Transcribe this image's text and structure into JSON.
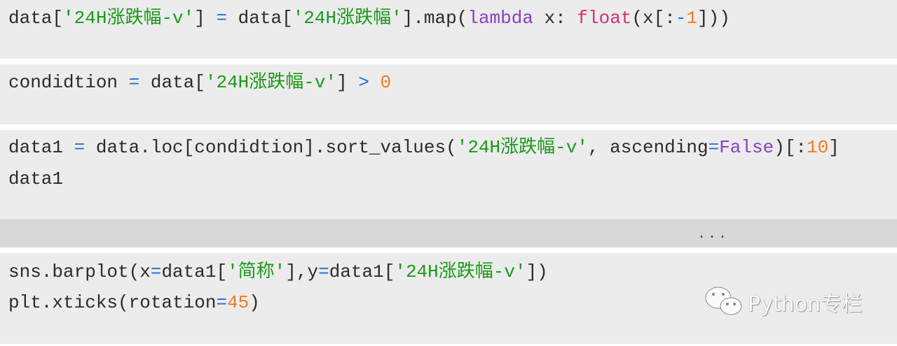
{
  "cells": [
    {
      "lines": [
        [
          [
            "",
            "data['"
          ],
          [
            "s",
            "'24H涨跌幅-v'"
          ],
          [
            "",
            "] "
          ],
          [
            "o",
            "="
          ],
          [
            "",
            " data["
          ],
          [
            "s",
            "'24H涨跌幅'"
          ],
          [
            "",
            "].map("
          ],
          [
            "k",
            "lambda"
          ],
          [
            "",
            " x: "
          ],
          [
            "b",
            "float"
          ],
          [
            "",
            "(x[:"
          ],
          [
            "o",
            "-"
          ],
          [
            "n",
            "1"
          ],
          [
            "",
            "]))"
          ]
        ]
      ]
    },
    {
      "lines": [
        [
          [
            "",
            "condidtion "
          ],
          [
            "o",
            "="
          ],
          [
            "",
            " data["
          ],
          [
            "s",
            "'24H涨跌幅-v'"
          ],
          [
            "",
            "] "
          ],
          [
            "o",
            ">"
          ],
          [
            "",
            " "
          ],
          [
            "n",
            "0"
          ]
        ]
      ]
    },
    {
      "lines": [
        [
          [
            "",
            "data1 "
          ],
          [
            "o",
            "="
          ],
          [
            "",
            " data.loc[condidtion].sort_values("
          ],
          [
            "s",
            "'24H涨跌幅-v'"
          ],
          [
            "",
            ", ascending"
          ],
          [
            "o",
            "="
          ],
          [
            "k",
            "False"
          ],
          [
            "",
            ")[:"
          ],
          [
            "n",
            "10"
          ],
          [
            "",
            "]"
          ]
        ],
        [
          [
            "",
            "data1"
          ]
        ]
      ]
    },
    {
      "lines": [
        [
          [
            "",
            "sns.barplot(x"
          ],
          [
            "o",
            "="
          ],
          [
            "",
            "data1["
          ],
          [
            "s",
            "'简称'"
          ],
          [
            "",
            "],y"
          ],
          [
            "o",
            "="
          ],
          [
            "",
            "data1["
          ],
          [
            "s",
            "'24H涨跌幅-v'"
          ],
          [
            "",
            "])"
          ]
        ],
        [
          [
            "",
            "plt.xticks(rotation"
          ],
          [
            "o",
            "="
          ],
          [
            "n",
            "45"
          ],
          [
            "",
            ")"
          ]
        ]
      ]
    }
  ],
  "output": {
    "collapsed_label": "..."
  },
  "watermark": {
    "text": "Python专栏",
    "icon": "wechat-icon"
  }
}
